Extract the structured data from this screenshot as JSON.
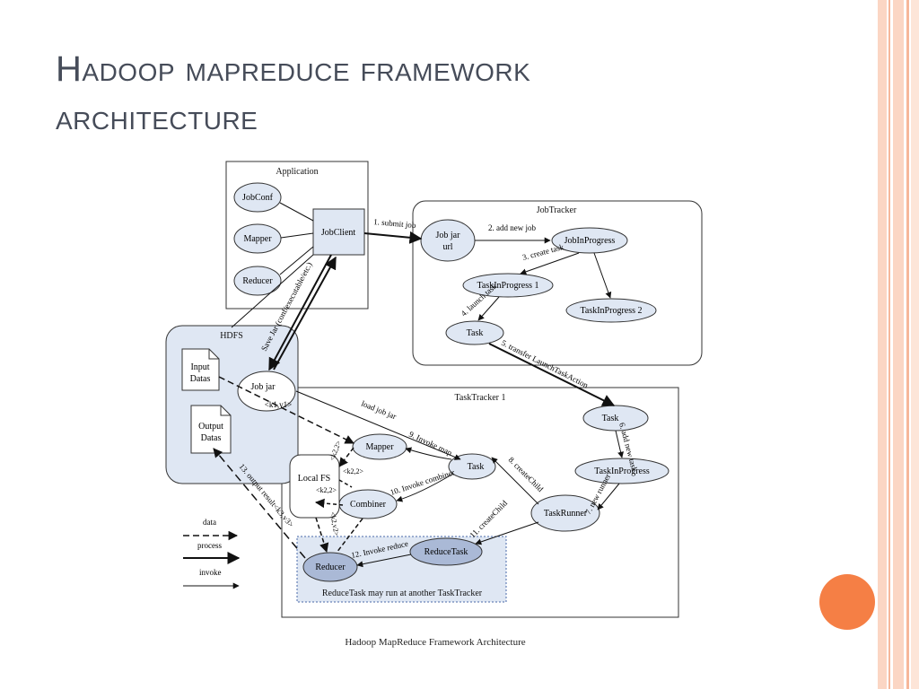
{
  "slide": {
    "title": "Hadoop mapreduce framework architecture",
    "caption": "Hadoop MapReduce Framework Architecture"
  },
  "colors": {
    "accent": "#f57f45",
    "stripe_light": "#fbd6c4",
    "stripe_mid": "#f6b79a",
    "node_fill": "#dfe7f3",
    "node_dark_fill": "#aab9d6",
    "title_color": "#464c59"
  },
  "diagram": {
    "containers": {
      "application": "Application",
      "jobtracker": "JobTracker",
      "hdfs": "HDFS",
      "tasktracker": "TaskTracker 1"
    },
    "nodes": {
      "jobconf": "JobConf",
      "mapper_app": "Mapper",
      "reducer_app": "Reducer",
      "jobclient": "JobClient",
      "jobjar_url_1": "Job jar",
      "jobjar_url_2": "url",
      "jobinprogress": "JobInProgress",
      "taskinprogress1": "TaskInProgress 1",
      "taskinprogress2": "TaskInProgress 2",
      "task_jt": "Task",
      "input_1": "Input",
      "input_2": "Datas",
      "output_1": "Output",
      "output_2": "Datas",
      "jobjar_hdfs": "Job jar",
      "jobjar_kv": "<k1,v1>",
      "mapper_tt": "Mapper",
      "localfs": "Local FS",
      "combiner": "Combiner",
      "task_tt": "Task",
      "task_right": "Task",
      "taskinprogress_tt": "TaskInProgress",
      "taskrunner": "TaskRunner",
      "reducetask": "ReduceTask",
      "reducer_tt": "Reducer",
      "reduce_note": "ReduceTask may run at another TaskTracker"
    },
    "edges": {
      "e1": "1. submit job",
      "e2": "2. add new job",
      "e3": "3. create task",
      "e4": "4. launch task",
      "e5": "5. transfer LaunchTaskAction",
      "e6": "6. add new task",
      "e7": "7. new runner",
      "e8": "8. createChild",
      "e9": "9. Invoke map",
      "e10": "10. Invoke combiner",
      "e11": "11. createChild",
      "e12": "12. Invoke reduce",
      "e13": "13. output result<k3,v3>",
      "save_jar": "Save Jar (conf/executable/etc.)",
      "load_jar": "load job jar",
      "kv22_a": "<k2,2>",
      "kv22_b": "<k2,2>",
      "kv22_c": "<k2,2>",
      "kv22_d": "<k2,v2>",
      "kv22_e": "<k2,v2>"
    },
    "legend": {
      "data": "data",
      "process": "process",
      "invoke": "invoke"
    }
  }
}
